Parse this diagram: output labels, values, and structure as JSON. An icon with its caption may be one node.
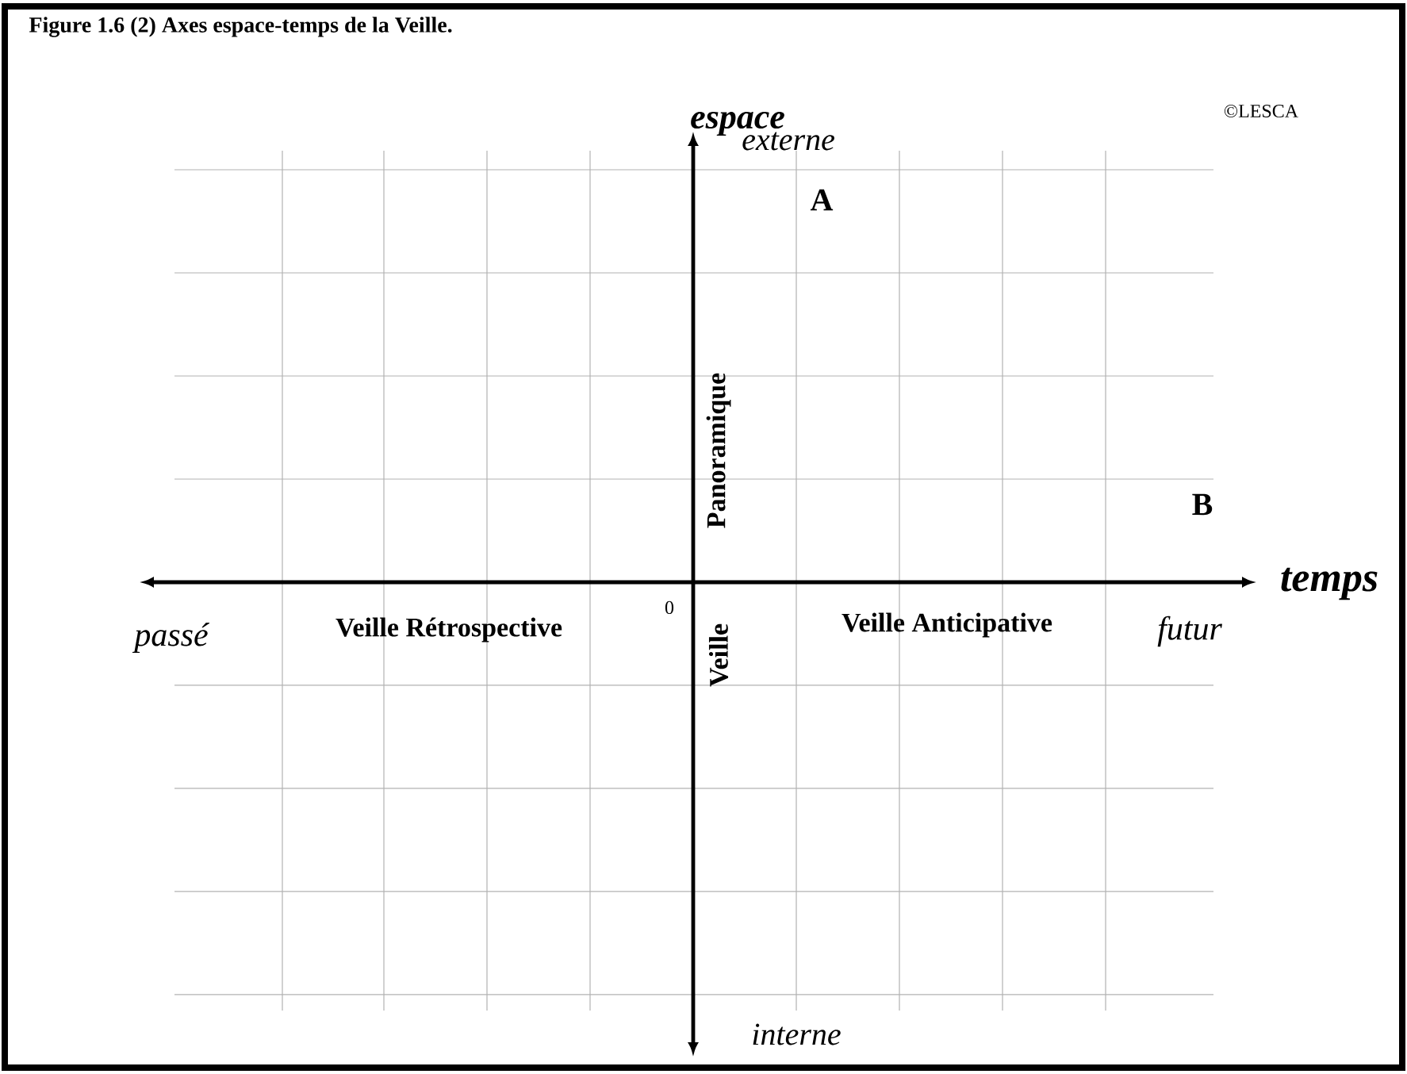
{
  "diagram": {
    "title": "Figure 1.6 (2) Axes espace-temps de la Veille.",
    "labels": [
      "espace",
      "©LESCA",
      "externe",
      "A",
      "Panoramique",
      "B",
      "temps",
      "passé",
      "Veille Rétrospective",
      "0",
      "Veille",
      "Veille Anticipative",
      "futur",
      "interne"
    ]
  }
}
